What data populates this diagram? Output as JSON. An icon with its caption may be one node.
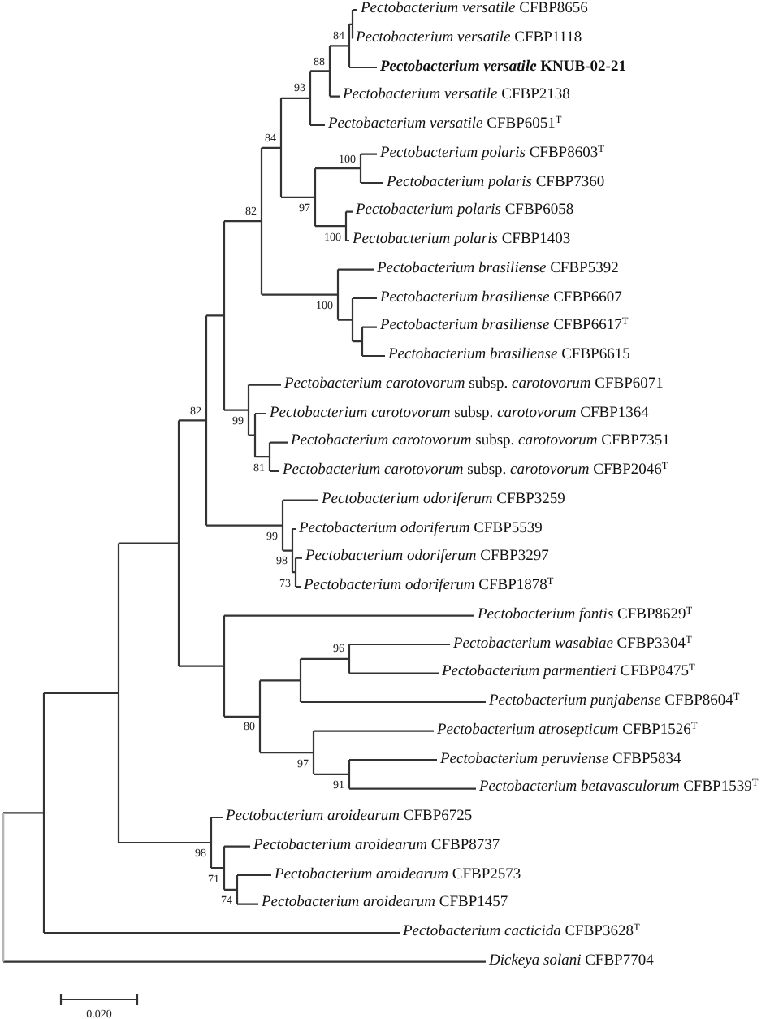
{
  "diagram": {
    "labels": [
      "*Pectobacterium versatile* CFBP8656",
      "84",
      "*Pectobacterium versatile* CFBP1118",
      "88",
      "*Pectobacterium versatile* KNUB-02-21",
      "93",
      "*Pectobacterium versatile* CFBP2138",
      "*Pectobacterium versatile* CFBP6051$^{T}$",
      "84",
      "100",
      "*Pectobacterium polaris* CFBP8603$^{T}$",
      "*Pectobacterium polaris* CFBP7360",
      "82",
      "97",
      "*Pectobacterium polaris* CFBP6058",
      "100",
      "*Pectobacterium polaris* CFBP1403",
      "*Pectobacterium brasiliense* CFBP5392",
      "*Pectobacterium brasiliense* CFBP6607",
      "100",
      "*Pectobacterium brasiliense* CFBP6617$^{T}$",
      "*Pectobacterium brasiliense* CFBP6615",
      "*Pectobacterium carotovorum* subsp. *carotovorum* CFBP6071",
      "82",
      "99",
      "*Pectobacterium carotovorum* subsp. *carotovorum* CFBP1364",
      "*Pectobacterium carotovorum* subsp. *carotovorum* CFBP7351",
      "81",
      "*Pectobacterium carotovorum* subsp. *carotovorum* CFBP2046$^{T}$",
      "*Pectobacterium odoriferum* CFBP3259",
      "*Pectobacterium odoriferum* CFBP5539",
      "99",
      "98",
      "*Pectobacterium odoriferum* CFBP3297",
      "73",
      "*Pectobacterium odoriferum* CFBP1878$^{T}$",
      "*Pectobacterium fontis* CFBP8629$^{T}$",
      "96",
      "*Pectobacterium wasabiae* CFBP3304$^{T}$",
      "*Pectobacterium parmentieri* CFBP8475$^{T}$",
      "*Pectobacterium punjabense* CFBP8604$^{T}$",
      "80",
      "*Pectobacterium atrosepticum* CFBP1526$^{T}$",
      "97",
      "*Pectobacterium peruviense* CFBP5834",
      "91",
      "*Pectobacterium betavasculorum* CFBP1539$^{T}$",
      "*Pectobacterium aroidearum* CFBP6725",
      "*Pectobacterium aroidearum* CFBP8737",
      "98",
      "71",
      "*Pectobacterium aroidearum* CFBP2573",
      "74",
      "*Pectobacterium aroidearum* CFBP1457",
      "*Pectobacterium cacticida* CFBP3628$^{T}$",
      "*Dickeya solani* CFBP7704",
      "0.020"
    ]
  }
}
